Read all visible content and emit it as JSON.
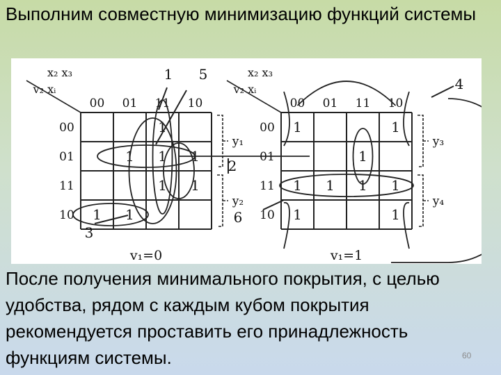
{
  "slide": {
    "title": "Выполним совместную минимизацию функций системы",
    "body": "После получения минимального покрытия, с целью удобства, рядом с каждым кубом покрытия рекомендуется проставить его принадлежность функциям системы.",
    "page_number": "60"
  },
  "diagram": {
    "left_map": {
      "corner_top": "x₂ x₃",
      "corner_bottom": "v₂ xᵢ",
      "column_headers": [
        "00",
        "01",
        "11",
        "10"
      ],
      "row_headers": [
        "00",
        "01",
        "11",
        "10"
      ],
      "cells": [
        [
          "",
          "",
          "1",
          ""
        ],
        [
          "",
          "1",
          "1",
          "1"
        ],
        [
          "",
          "",
          "1",
          "1"
        ],
        [
          "1",
          "1",
          "",
          ""
        ]
      ],
      "caption": "v₁=0",
      "brace_labels": [
        "y₁",
        "y₂"
      ]
    },
    "right_map": {
      "corner_top": "x₂ x₃",
      "corner_bottom": "v₂ xᵢ",
      "column_headers": [
        "00",
        "01",
        "11",
        "10"
      ],
      "row_headers": [
        "00",
        "01",
        "11",
        "10"
      ],
      "cells": [
        [
          "1",
          "",
          "",
          "1"
        ],
        [
          "",
          "",
          "1",
          ""
        ],
        [
          "1",
          "1",
          "1",
          "1"
        ],
        [
          "1",
          "",
          "",
          "1"
        ]
      ],
      "caption": "v₁=1",
      "brace_labels": [
        "y₃",
        "y₄"
      ]
    },
    "callouts": [
      "1",
      "2",
      "3",
      "4",
      "5",
      "6"
    ]
  }
}
